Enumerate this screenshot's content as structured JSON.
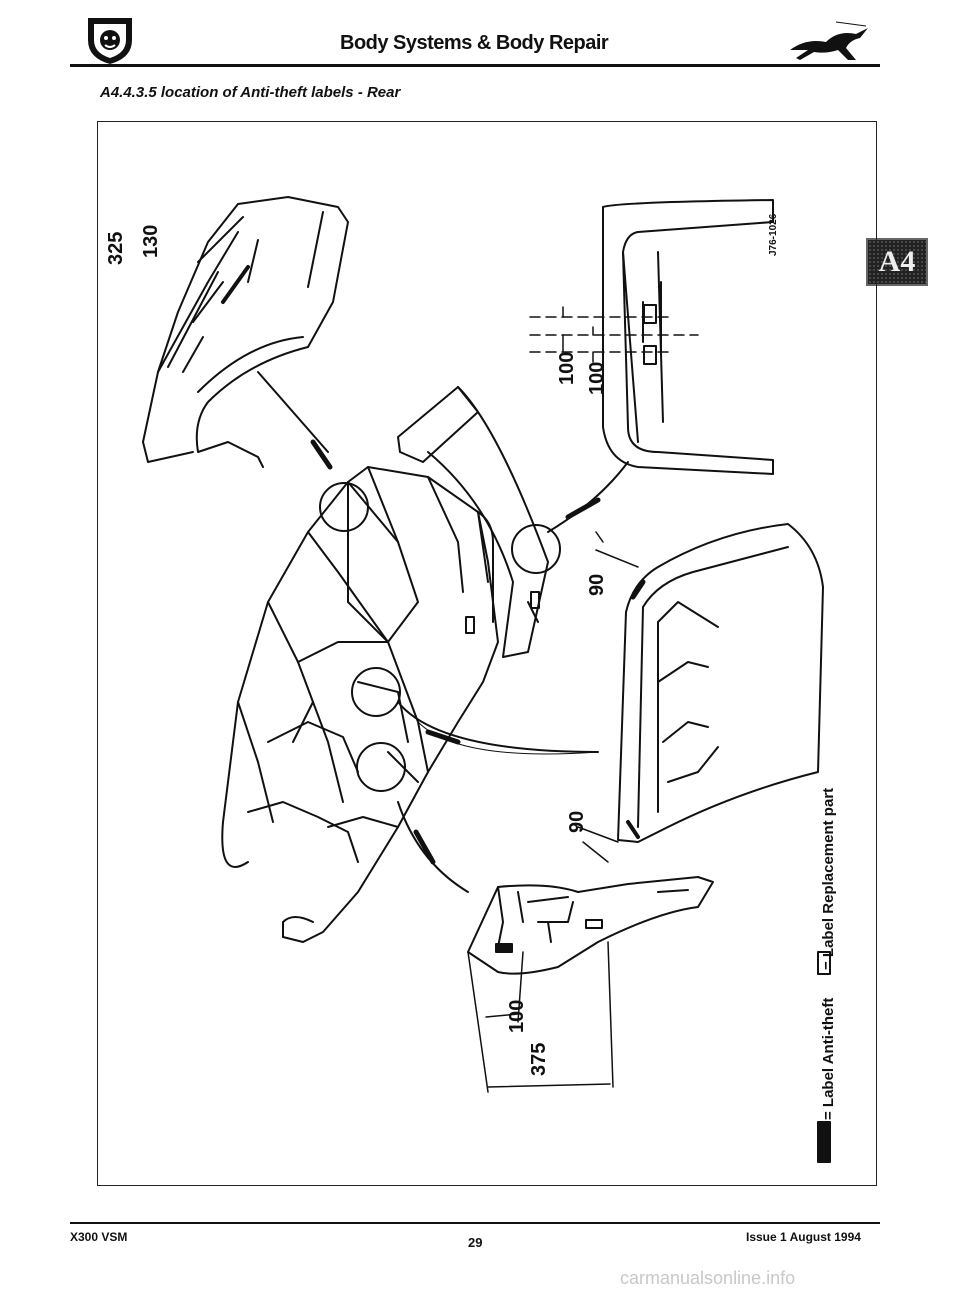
{
  "header": {
    "title": "Body Systems & Body Repair",
    "badge": "A4"
  },
  "section": {
    "caption": "A4.4.3.5  location of Anti-theft labels - Rear"
  },
  "figure": {
    "ref": "J76-1026",
    "dimensions": {
      "d325": "325",
      "d130": "130",
      "d100a": "100",
      "d100b": "100",
      "d90a": "90",
      "d90b": "90",
      "d100c": "100",
      "d375": "375"
    },
    "legend": {
      "antitheft": "= Label Anti-theft",
      "replacement": "= Label Replacement part"
    }
  },
  "footer": {
    "left": "X300 VSM",
    "page": "29",
    "right": "Issue 1 August 1994"
  },
  "watermark": "carmanualsonline.info"
}
